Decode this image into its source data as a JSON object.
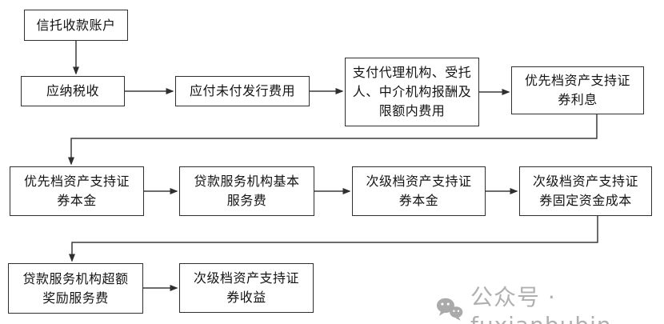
{
  "flowchart": {
    "description": "资产支持证券信托账户现金流分配顺序流程图",
    "boxes": [
      {
        "id": "trust-collection-account",
        "label": "信托收款账户"
      },
      {
        "id": "taxes-payable",
        "label": "应纳税收"
      },
      {
        "id": "unpaid-issuance-fees",
        "label": "应付未付发行费用"
      },
      {
        "id": "agency-trustee-intermediary-fees",
        "label": "支付代理机构、受托\n人、中介机构报酬及\n限额内费用"
      },
      {
        "id": "senior-abs-interest",
        "label": "优先档资产支持证\n券利息"
      },
      {
        "id": "senior-abs-principal",
        "label": "优先档资产支持证\n券本金"
      },
      {
        "id": "loan-servicer-base-fee",
        "label": "贷款服务机构基本\n服务费"
      },
      {
        "id": "subordinate-abs-principal",
        "label": "次级档资产支持证\n券本金"
      },
      {
        "id": "subordinate-abs-fixed-funding-cost",
        "label": "次级档资产支持证\n券固定资金成本"
      },
      {
        "id": "loan-servicer-excess-incentive-fee",
        "label": "贷款服务机构超额\n奖励服务费"
      },
      {
        "id": "subordinate-abs-residual-income",
        "label": "次级档资产支持证\n券收益"
      }
    ]
  },
  "watermark": {
    "icon": "wechat-icon",
    "text": "公众号 · fuxianbubin",
    "color": "#b0b0b0"
  },
  "colors": {
    "background": "#ffffff",
    "box_border": "#2f2f2f",
    "line": "#3c3c3c",
    "text": "#141414"
  }
}
